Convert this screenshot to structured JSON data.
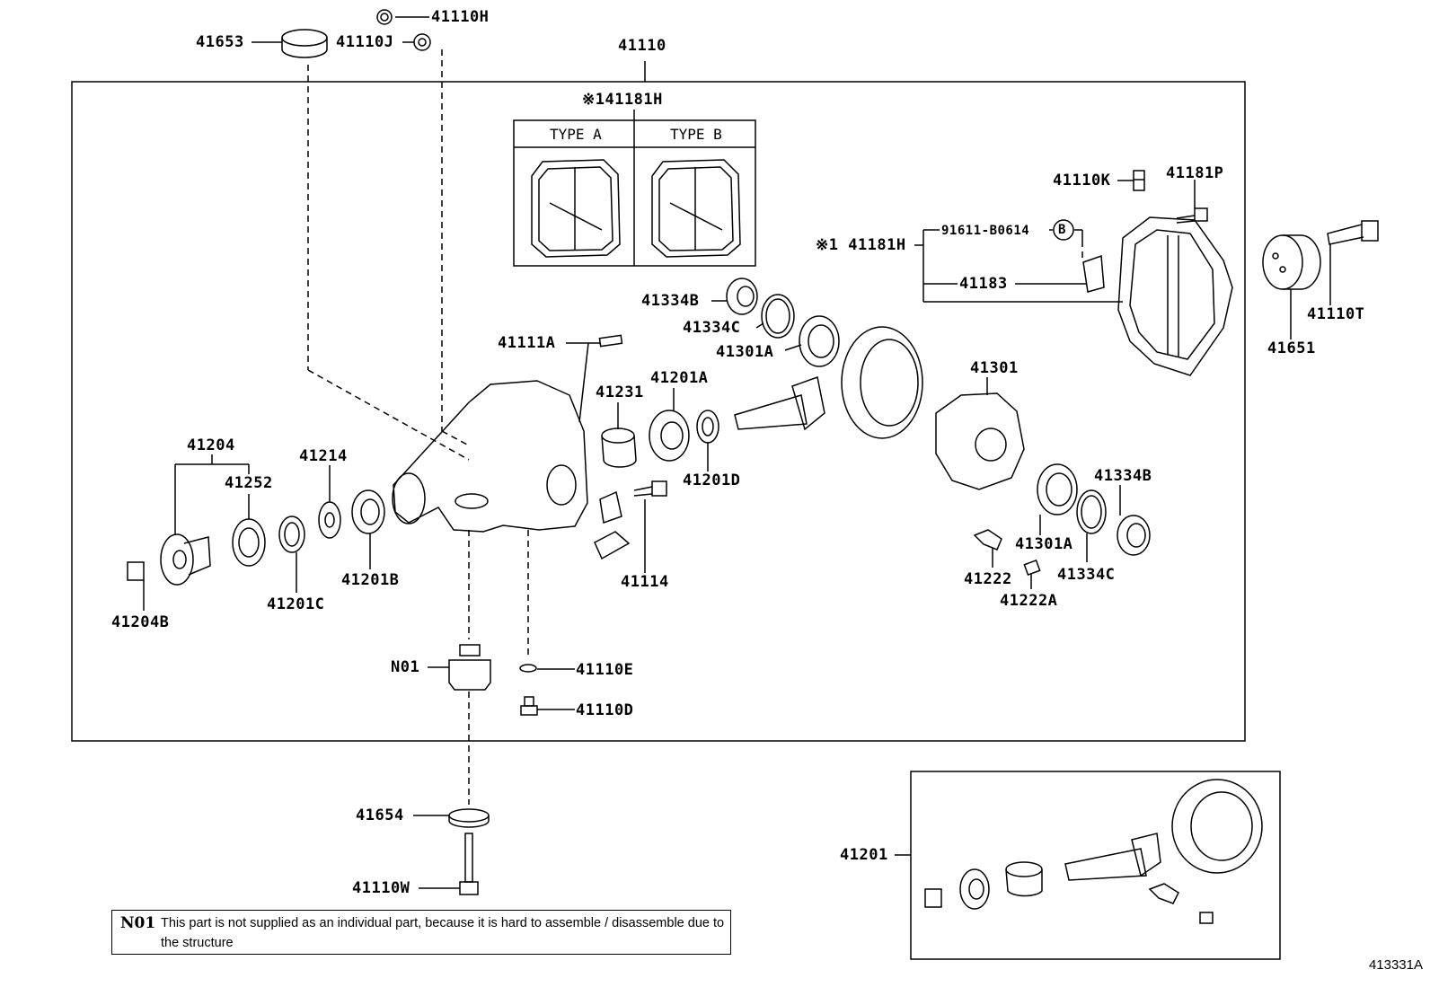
{
  "diagram_id": "413331A",
  "type_headers": {
    "a": "TYPE A",
    "b": "TYPE B"
  },
  "circle_b": "B",
  "note": {
    "code": "N01",
    "text": "This part is not supplied as an individual part, because it is hard to assemble / disassemble due to the structure"
  },
  "labels": {
    "p41110H": "41110H",
    "p41653": "41653",
    "p41110J": "41110J",
    "p41110": "41110",
    "p41181H_top": "※141181H",
    "p41110K": "41110K",
    "p41181P": "41181P",
    "p91611": "91611-B0614",
    "p41181H_side": "※1 41181H",
    "p41183": "41183",
    "p41334B_top": "41334B",
    "p41334C_top": "41334C",
    "p41301A_top": "41301A",
    "p41111A": "41111A",
    "p41110T": "41110T",
    "p41651": "41651",
    "p41231": "41231",
    "p41201A": "41201A",
    "p41301": "41301",
    "p41204": "41204",
    "p41214": "41214",
    "p41252": "41252",
    "p41201D": "41201D",
    "p41334B_bot": "41334B",
    "p41201B": "41201B",
    "p41114": "41114",
    "p41301A_bot": "41301A",
    "p41222": "41222",
    "p41334C_bot": "41334C",
    "p41222A": "41222A",
    "p41201C": "41201C",
    "p41204B": "41204B",
    "pN01": "N01",
    "p41110E": "41110E",
    "p41110D": "41110D",
    "p41654": "41654",
    "p41110W": "41110W",
    "p41201": "41201"
  }
}
